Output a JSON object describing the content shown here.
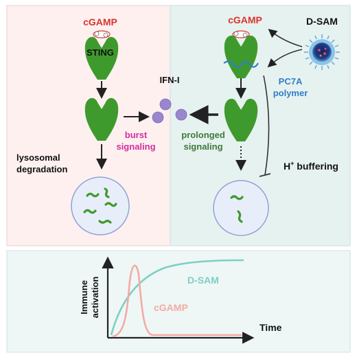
{
  "left_panel": {
    "title": "cGAMP",
    "sting_label": "STING",
    "degradation_label_line1": "lysosomal",
    "degradation_label_line2": "degradation",
    "burst_label_line1": "burst",
    "burst_label_line2": "signaling"
  },
  "center": {
    "ifn_label": "IFN-I"
  },
  "right_panel": {
    "title": "cGAMP",
    "dsam_label": "D-SAM",
    "polymer_label_line1": "PC7A",
    "polymer_label_line2": "polymer",
    "prolonged_label_line1": "prolonged",
    "prolonged_label_line2": "signaling",
    "buffering_label_main": "H",
    "buffering_label_sup": "+",
    "buffering_label_rest": " buffering"
  },
  "chart_data": {
    "type": "line",
    "xlabel": "Time",
    "ylabel_line1": "Immune",
    "ylabel_line2": "activation",
    "series": [
      {
        "name": "D-SAM",
        "color": "#7ecfc4",
        "shape": "sustained rise to plateau"
      },
      {
        "name": "cGAMP",
        "color": "#f4aaa3",
        "shape": "sharp transient peak"
      }
    ]
  },
  "colors": {
    "left_bg": "#fdf0ef",
    "right_bg": "#e6f2f0",
    "chart_bg": "#eef7f6",
    "cgamp_red": "#d8342c",
    "sting_green": "#3f9a2e",
    "ifn_purple": "#9a86cf",
    "burst_pink": "#d22f9f",
    "prolonged_green": "#3d7a3a",
    "polymer_blue": "#2f7fc8"
  }
}
